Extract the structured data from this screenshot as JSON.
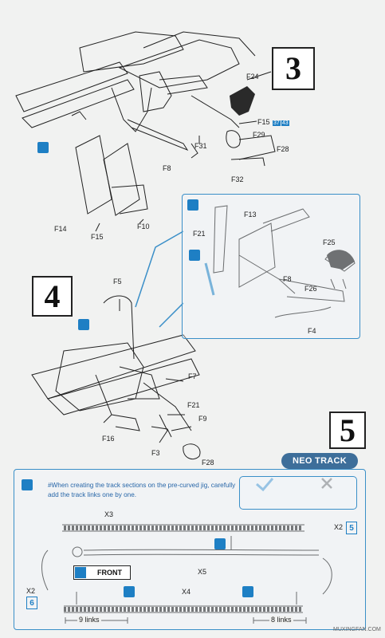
{
  "steps": {
    "step3": "3",
    "step4": "4",
    "step5": "5"
  },
  "parts": {
    "f24": "F24",
    "f15a": "F15",
    "f15_ref1": "37",
    "f15_ref2": "43",
    "f29": "F29",
    "f31": "F31",
    "f28a": "F28",
    "f8a": "F8",
    "f32": "F32",
    "f14": "F14",
    "f15b": "F15",
    "f10": "F10",
    "f13": "F13",
    "f21a": "F21",
    "f25": "F25",
    "f8b": "F8",
    "f26": "F26",
    "f4": "F4",
    "f5": "F5",
    "f7": "F7",
    "f21b": "F21",
    "f9": "F9",
    "f16": "F16",
    "f3": "F3",
    "f28b": "F28"
  },
  "track": {
    "badge": "NEO TRACK",
    "note": "#When creating the track sections on the pre-curved jig, carefully add the track links one by one.",
    "x3": "X3",
    "x2_top": "X2",
    "x5_top": "5",
    "x5_mid": "X5",
    "front": "FRONT",
    "x2_left": "X2",
    "x6": "6",
    "x4": "X4",
    "nine_links": "9 links",
    "eight_links": "8 links"
  },
  "watermark": "MUXINGFAN.COM",
  "colors": {
    "accent_blue": "#1e7fc4",
    "neo_badge": "#3d6e9a",
    "line": "#222222"
  }
}
